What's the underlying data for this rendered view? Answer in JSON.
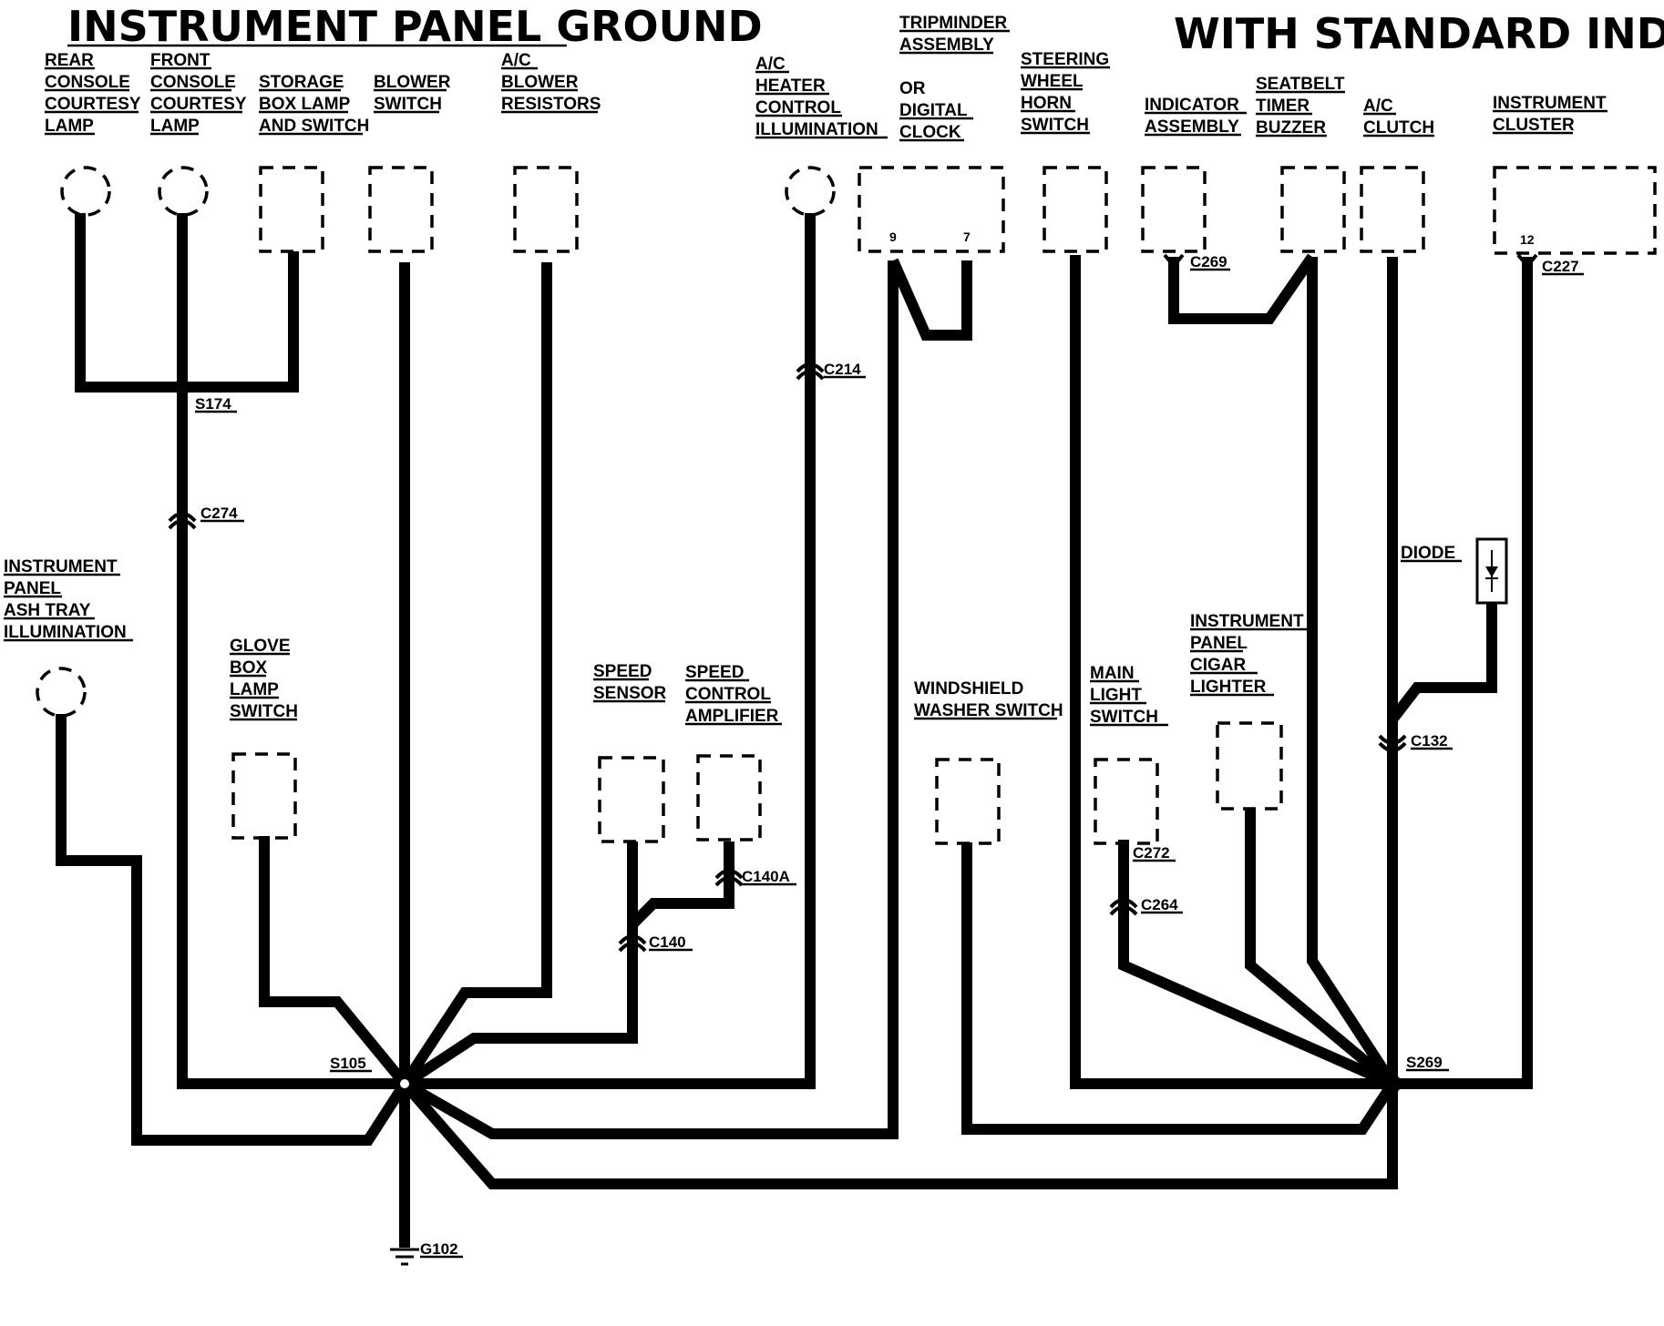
{
  "title_left": "INSTRUMENT PANEL GROUND",
  "title_right": "WITH STANDARD INDICATORS",
  "components": {
    "rear_console_lamp": [
      "REAR",
      "CONSOLE",
      "COURTESY",
      "LAMP"
    ],
    "front_console_lamp": [
      "FRONT",
      "CONSOLE",
      "COURTESY",
      "LAMP"
    ],
    "storage_box_lamp": [
      "STORAGE",
      "BOX LAMP",
      "AND SWITCH"
    ],
    "blower_switch": [
      "BLOWER",
      "SWITCH"
    ],
    "ac_blower_resistors": [
      "A/C",
      "BLOWER",
      "RESISTORS"
    ],
    "ac_heater_illumination": [
      "A/C",
      "HEATER",
      "CONTROL",
      "ILLUMINATION"
    ],
    "tripminder": [
      "TRIPMINDER",
      "ASSEMBLY"
    ],
    "tripminder_or": "OR",
    "digital_clock": [
      "DIGITAL",
      "CLOCK"
    ],
    "steering_horn": [
      "STEERING",
      "WHEEL",
      "HORN",
      "SWITCH"
    ],
    "indicator_assembly": [
      "INDICATOR",
      "ASSEMBLY"
    ],
    "seatbelt_buzzer": [
      "SEATBELT",
      "TIMER",
      "BUZZER"
    ],
    "ac_clutch": [
      "A/C",
      "CLUTCH"
    ],
    "instrument_cluster": [
      "INSTRUMENT",
      "CLUSTER"
    ],
    "ash_tray_illumination": [
      "INSTRUMENT",
      "PANEL",
      "ASH TRAY",
      "ILLUMINATION"
    ],
    "glove_box_switch": [
      "GLOVE",
      "BOX",
      "LAMP",
      "SWITCH"
    ],
    "speed_sensor": [
      "SPEED",
      "SENSOR"
    ],
    "speed_control_amplifier": [
      "SPEED",
      "CONTROL",
      "AMPLIFIER"
    ],
    "windshield_washer": [
      "WINDSHIELD",
      "WASHER SWITCH"
    ],
    "main_light_switch": [
      "MAIN",
      "LIGHT",
      "SWITCH"
    ],
    "cigar_lighter": [
      "INSTRUMENT",
      "PANEL",
      "CIGAR",
      "LIGHTER"
    ],
    "diode": "DIODE"
  },
  "connectors": {
    "s174": "S174",
    "c274": "C274",
    "c214": "C214",
    "c269": "C269",
    "c227": "C227",
    "c132": "C132",
    "c140a": "C140A",
    "c140": "C140",
    "c272": "C272",
    "c264": "C264",
    "s105": "S105",
    "s269": "S269",
    "g102": "G102"
  },
  "pins": {
    "tripminder_a": "9",
    "tripminder_b": "7",
    "cluster": "12"
  }
}
